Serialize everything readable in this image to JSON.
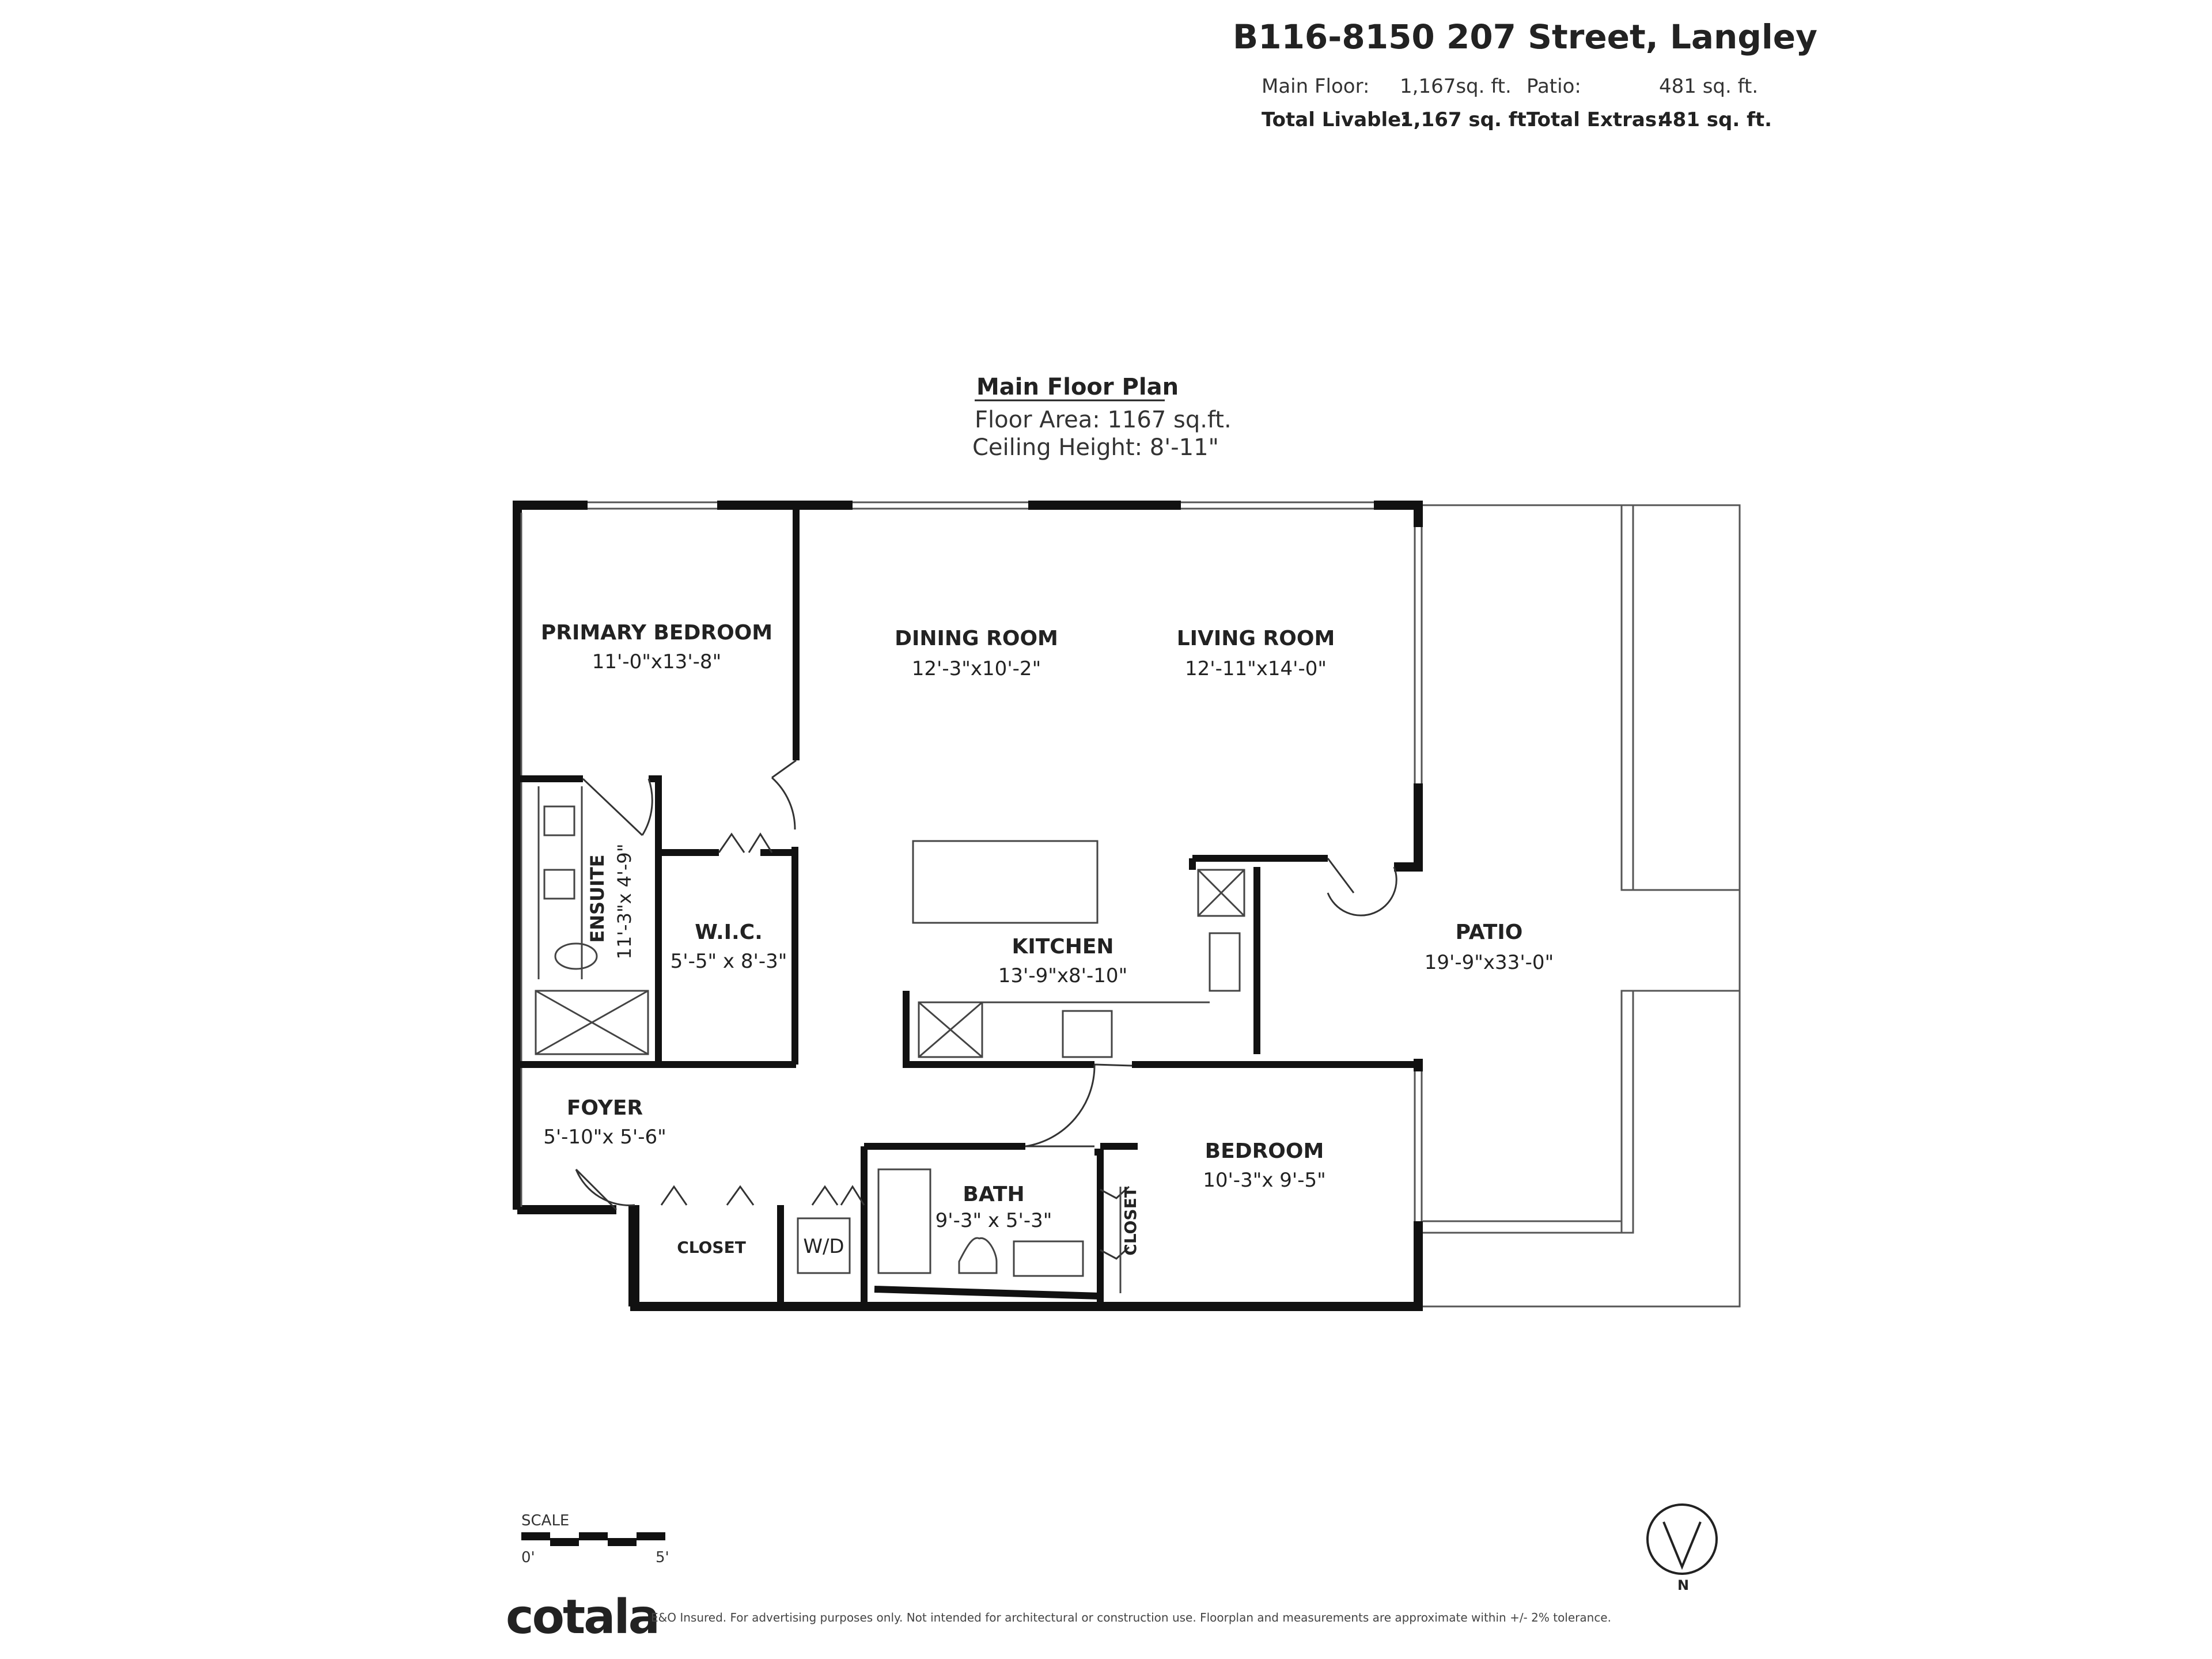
{
  "header": {
    "address": "B116-8150 207 Street, Langley",
    "main_floor_label": "Main Floor:",
    "main_floor_value": "1,167sq. ft.",
    "patio_label": "Patio:",
    "patio_value": "481 sq. ft.",
    "total_livable_label": "Total Livable:",
    "total_livable_value": "1,167 sq. ft.",
    "total_extras_label": "Total Extras:",
    "total_extras_value": "481 sq. ft."
  },
  "plan_info": {
    "title": "Main Floor Plan",
    "floor_area": "Floor Area: 1167 sq.ft.",
    "ceiling_height": "Ceiling Height: 8'-11\""
  },
  "rooms": {
    "primary_bedroom": {
      "name": "PRIMARY BEDROOM",
      "dims": "11'-0\"x13'-8\""
    },
    "dining_room": {
      "name": "DINING ROOM",
      "dims": "12'-3\"x10'-2\""
    },
    "living_room": {
      "name": "LIVING ROOM",
      "dims": "12'-11\"x14'-0\""
    },
    "ensuite": {
      "name": "ENSUITE",
      "dims": "11'-3\"x 4'-9\""
    },
    "wic": {
      "name": "W.I.C.",
      "dims": "5'-5\" x 8'-3\""
    },
    "kitchen": {
      "name": "KITCHEN",
      "dims": "13'-9\"x8'-10\""
    },
    "patio": {
      "name": "PATIO",
      "dims": "19'-9\"x33'-0\""
    },
    "foyer": {
      "name": "FOYER",
      "dims": "5'-10\"x 5'-6\""
    },
    "bath": {
      "name": "BATH",
      "dims": "9'-3\" x 5'-3\""
    },
    "bedroom": {
      "name": "BEDROOM",
      "dims": "10'-3\"x 9'-5\""
    },
    "closet_foyer": {
      "name": "CLOSET"
    },
    "closet_bedroom": {
      "name": "CLOSET"
    },
    "wd": {
      "name": "W/D"
    }
  },
  "scale": {
    "label": "SCALE",
    "start": "0'",
    "end": "5'"
  },
  "compass": {
    "north": "N"
  },
  "footer": {
    "brand": "cotala",
    "disclaimer": "E&O Insured. For advertising purposes only. Not intended for architectural or construction use. Floorplan and measurements are approximate within +/- 2% tolerance."
  },
  "colors": {
    "wall": "#111111",
    "line": "#555555",
    "text": "#222222",
    "background": "#ffffff"
  }
}
